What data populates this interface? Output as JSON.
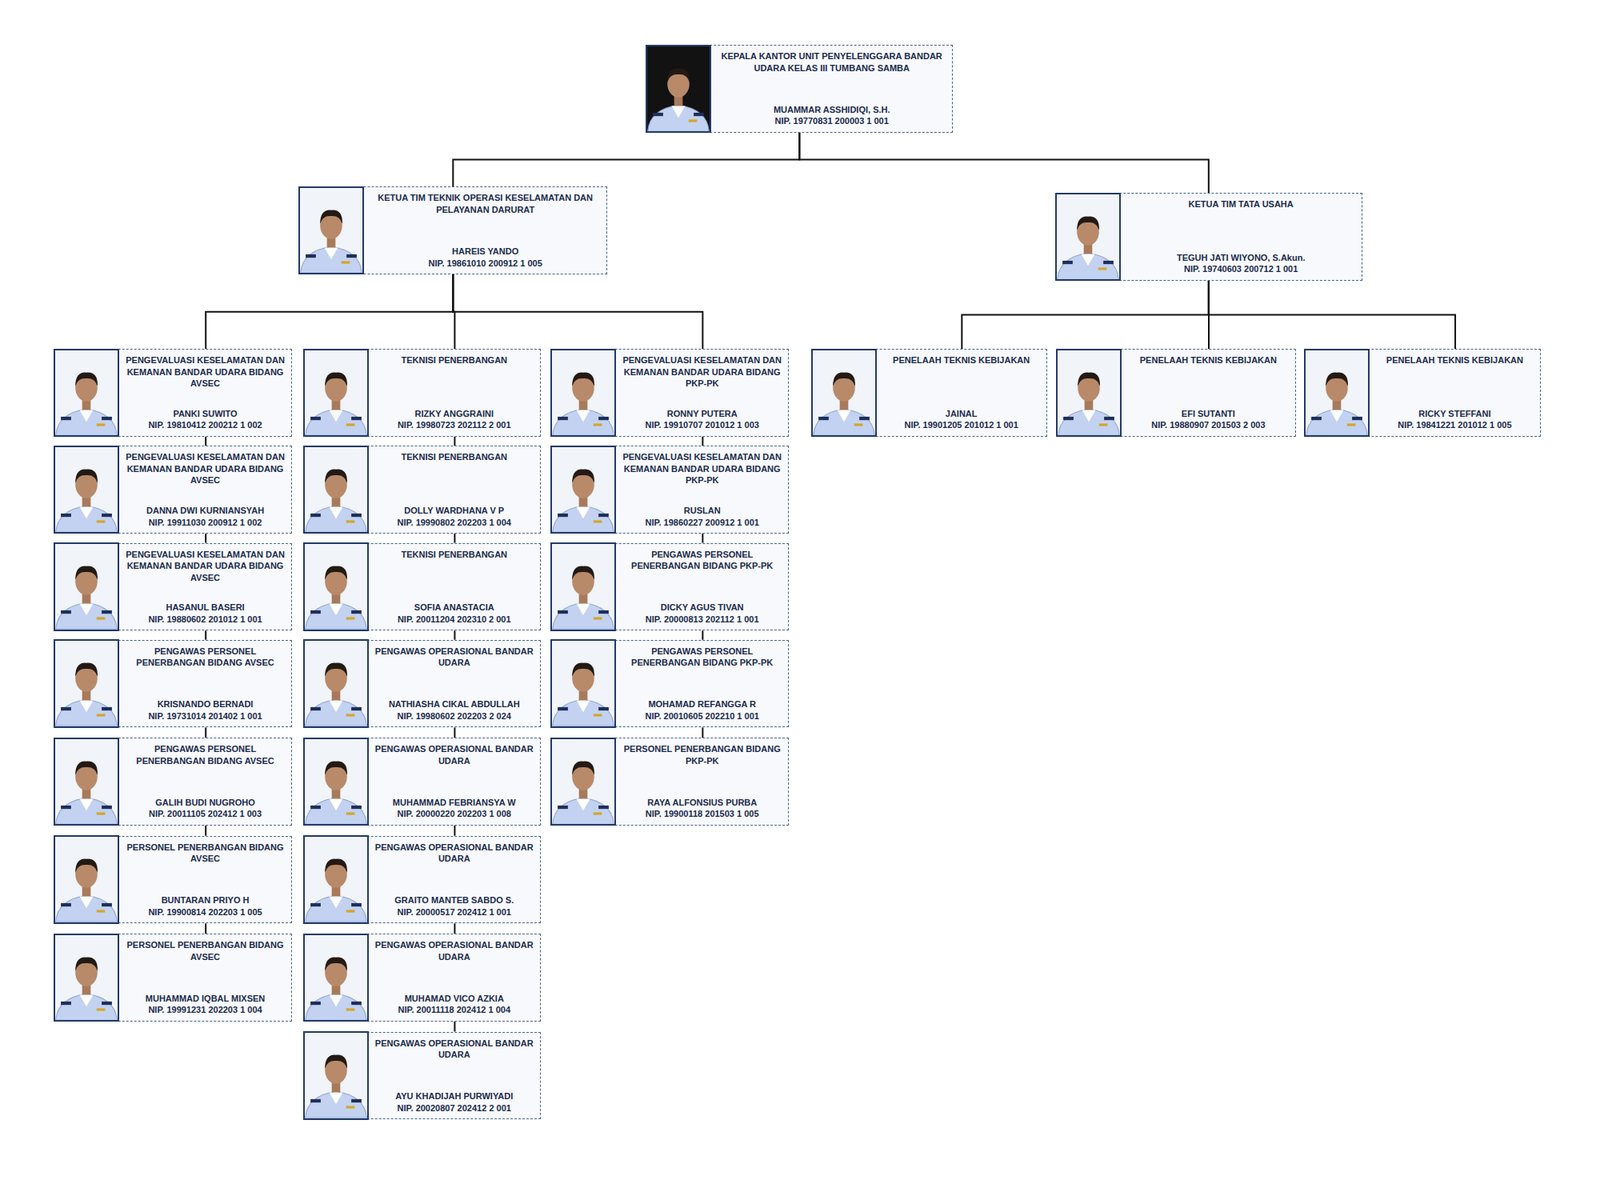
{
  "diagram": {
    "nodes": [
      {
        "text": [
          "KEPALA KANTOR UNIT PENYELENGGARA BANDAR UDARA KELAS III TUMBANG SAMBA",
          "MUAMMAR ASSHIDIQI, S.H.",
          "NIP. 19770831 200003 1 001"
        ]
      },
      {
        "text": [
          "KETUA TIM TEKNIK OPERASI KESELAMATAN DAN PELAYANAN DARURAT",
          "HAREIS YANDO",
          "NIP. 19861010 200912 1 005"
        ]
      },
      {
        "text": [
          "KETUA TIM TATA USAHA",
          "TEGUH JATI WIYONO, S.Akun.",
          "NIP. 19740603 200712 1 001"
        ]
      },
      {
        "text": [
          "PENGEVALUASI KESELAMATAN DAN KEMANAN BANDAR UDARA BIDANG AVSEC",
          "PANKI SUWITO",
          "NIP. 19810412 200212 1 002"
        ]
      },
      {
        "text": [
          "PENGEVALUASI KESELAMATAN DAN KEMANAN BANDAR UDARA BIDANG AVSEC",
          "DANNA DWI KURNIANSYAH",
          "NIP. 19911030 200912 1 002"
        ]
      },
      {
        "text": [
          "PENGEVALUASI KESELAMATAN DAN KEMANAN BANDAR UDARA BIDANG AVSEC",
          "HASANUL BASERI",
          "NIP. 19880602 201012 1 001"
        ]
      },
      {
        "text": [
          "PENGAWAS PERSONEL PENERBANGAN BIDANG AVSEC",
          "KRISNANDO BERNADI",
          "NIP. 19731014 201402 1 001"
        ]
      },
      {
        "text": [
          "PENGAWAS PERSONEL PENERBANGAN BIDANG AVSEC",
          "GALIH BUDI NUGROHO",
          "NIP. 20011105 202412 1 003"
        ]
      },
      {
        "text": [
          "PERSONEL PENERBANGAN BIDANG AVSEC",
          "BUNTARAN PRIYO H",
          "NIP. 19900814 202203 1 005"
        ]
      },
      {
        "text": [
          "PERSONEL PENERBANGAN BIDANG AVSEC",
          "MUHAMMAD IQBAL MIXSEN",
          "NIP. 19991231 202203 1 004"
        ]
      },
      {
        "text": [
          "TEKNISI PENERBANGAN",
          "RIZKY ANGGRAINI",
          "NIP. 19980723 202112 2 001"
        ]
      },
      {
        "text": [
          "TEKNISI PENERBANGAN",
          "DOLLY WARDHANA V P",
          "NIP. 19990802 202203 1 004"
        ]
      },
      {
        "text": [
          "TEKNISI PENERBANGAN",
          "SOFIA ANASTACIA",
          "NIP. 20011204 202310 2 001"
        ]
      },
      {
        "text": [
          "PENGAWAS OPERASIONAL BANDAR UDARA",
          "NATHIASHA CIKAL ABDULLAH",
          "NIP. 19980602 202203 2 024"
        ]
      },
      {
        "text": [
          "PENGAWAS OPERASIONAL BANDAR UDARA",
          "MUHAMMAD FEBRIANSYA W",
          "NIP. 20000220 202203 1 008"
        ]
      },
      {
        "text": [
          "PENGAWAS OPERASIONAL BANDAR UDARA",
          "GRAITO MANTEB SABDO S.",
          "NIP. 20000517 202412 1 001"
        ]
      },
      {
        "text": [
          "PENGAWAS OPERASIONAL BANDAR UDARA",
          "MUHAMAD VICO AZKIA",
          "NIP. 20011118 202412 1 004"
        ]
      },
      {
        "text": [
          "PENGAWAS OPERASIONAL BANDAR UDARA",
          "AYU KHADIJAH PURWIYADI",
          "NIP. 20020807 202412 2 001"
        ]
      },
      {
        "text": [
          "PENGEVALUASI KESELAMATAN DAN KEMANAN BANDAR UDARA BIDANG PKP-PK",
          "RONNY PUTERA",
          "NIP. 19910707 201012 1 003"
        ]
      },
      {
        "text": [
          "PENGEVALUASI KESELAMATAN DAN KEMANAN BANDAR UDARA BIDANG PKP-PK",
          "RUSLAN",
          "NIP. 19860227 200912 1 001"
        ]
      },
      {
        "text": [
          "PENGAWAS PERSONEL PENERBANGAN BIDANG PKP-PK",
          "DICKY AGUS TIVAN",
          "NIP. 20000813 202112 1 001"
        ]
      },
      {
        "text": [
          "PENGAWAS PERSONEL PENERBANGAN BIDANG PKP-PK",
          "MOHAMAD REFANGGA R",
          "NIP. 20010605 202210 1 001"
        ]
      },
      {
        "text": [
          "PERSONEL PENERBANGAN BIDANG PKP-PK",
          "RAYA ALFONSIUS PURBA",
          "NIP. 19900118 201503 1 005"
        ]
      },
      {
        "text": [
          "PENELAAH TEKNIS KEBIJAKAN",
          "JAINAL",
          "NIP. 19901205 201012 1 001"
        ]
      },
      {
        "text": [
          "PENELAAH TEKNIS KEBIJAKAN",
          "EFI SUTANTI",
          "NIP. 19880907 201503 2 003"
        ]
      },
      {
        "text": [
          "PENELAAH TEKNIS KEBIJAKAN",
          "RICKY STEFFANI",
          "NIP. 19841221 201012 1 005"
        ]
      }
    ],
    "edges": [
      {
        "from": 0,
        "to": 1,
        "arrow": "none"
      },
      {
        "from": 0,
        "to": 2,
        "arrow": "none"
      },
      {
        "from": 1,
        "to": 3,
        "arrow": "none"
      },
      {
        "from": 1,
        "to": 10,
        "arrow": "none"
      },
      {
        "from": 1,
        "to": 18,
        "arrow": "none"
      },
      {
        "from": 3,
        "to": 4,
        "arrow": "none"
      },
      {
        "from": 4,
        "to": 5,
        "arrow": "none"
      },
      {
        "from": 5,
        "to": 6,
        "arrow": "none"
      },
      {
        "from": 6,
        "to": 7,
        "arrow": "none"
      },
      {
        "from": 7,
        "to": 8,
        "arrow": "none"
      },
      {
        "from": 8,
        "to": 9,
        "arrow": "none"
      },
      {
        "from": 10,
        "to": 11,
        "arrow": "none"
      },
      {
        "from": 11,
        "to": 12,
        "arrow": "none"
      },
      {
        "from": 12,
        "to": 13,
        "arrow": "none"
      },
      {
        "from": 13,
        "to": 14,
        "arrow": "none"
      },
      {
        "from": 14,
        "to": 15,
        "arrow": "none"
      },
      {
        "from": 15,
        "to": 16,
        "arrow": "none"
      },
      {
        "from": 16,
        "to": 17,
        "arrow": "none"
      },
      {
        "from": 18,
        "to": 19,
        "arrow": "none"
      },
      {
        "from": 19,
        "to": 20,
        "arrow": "none"
      },
      {
        "from": 20,
        "to": 21,
        "arrow": "none"
      },
      {
        "from": 21,
        "to": 22,
        "arrow": "none"
      },
      {
        "from": 2,
        "to": 23,
        "arrow": "none"
      },
      {
        "from": 2,
        "to": 24,
        "arrow": "none"
      },
      {
        "from": 2,
        "to": 25,
        "arrow": "none"
      }
    ]
  }
}
